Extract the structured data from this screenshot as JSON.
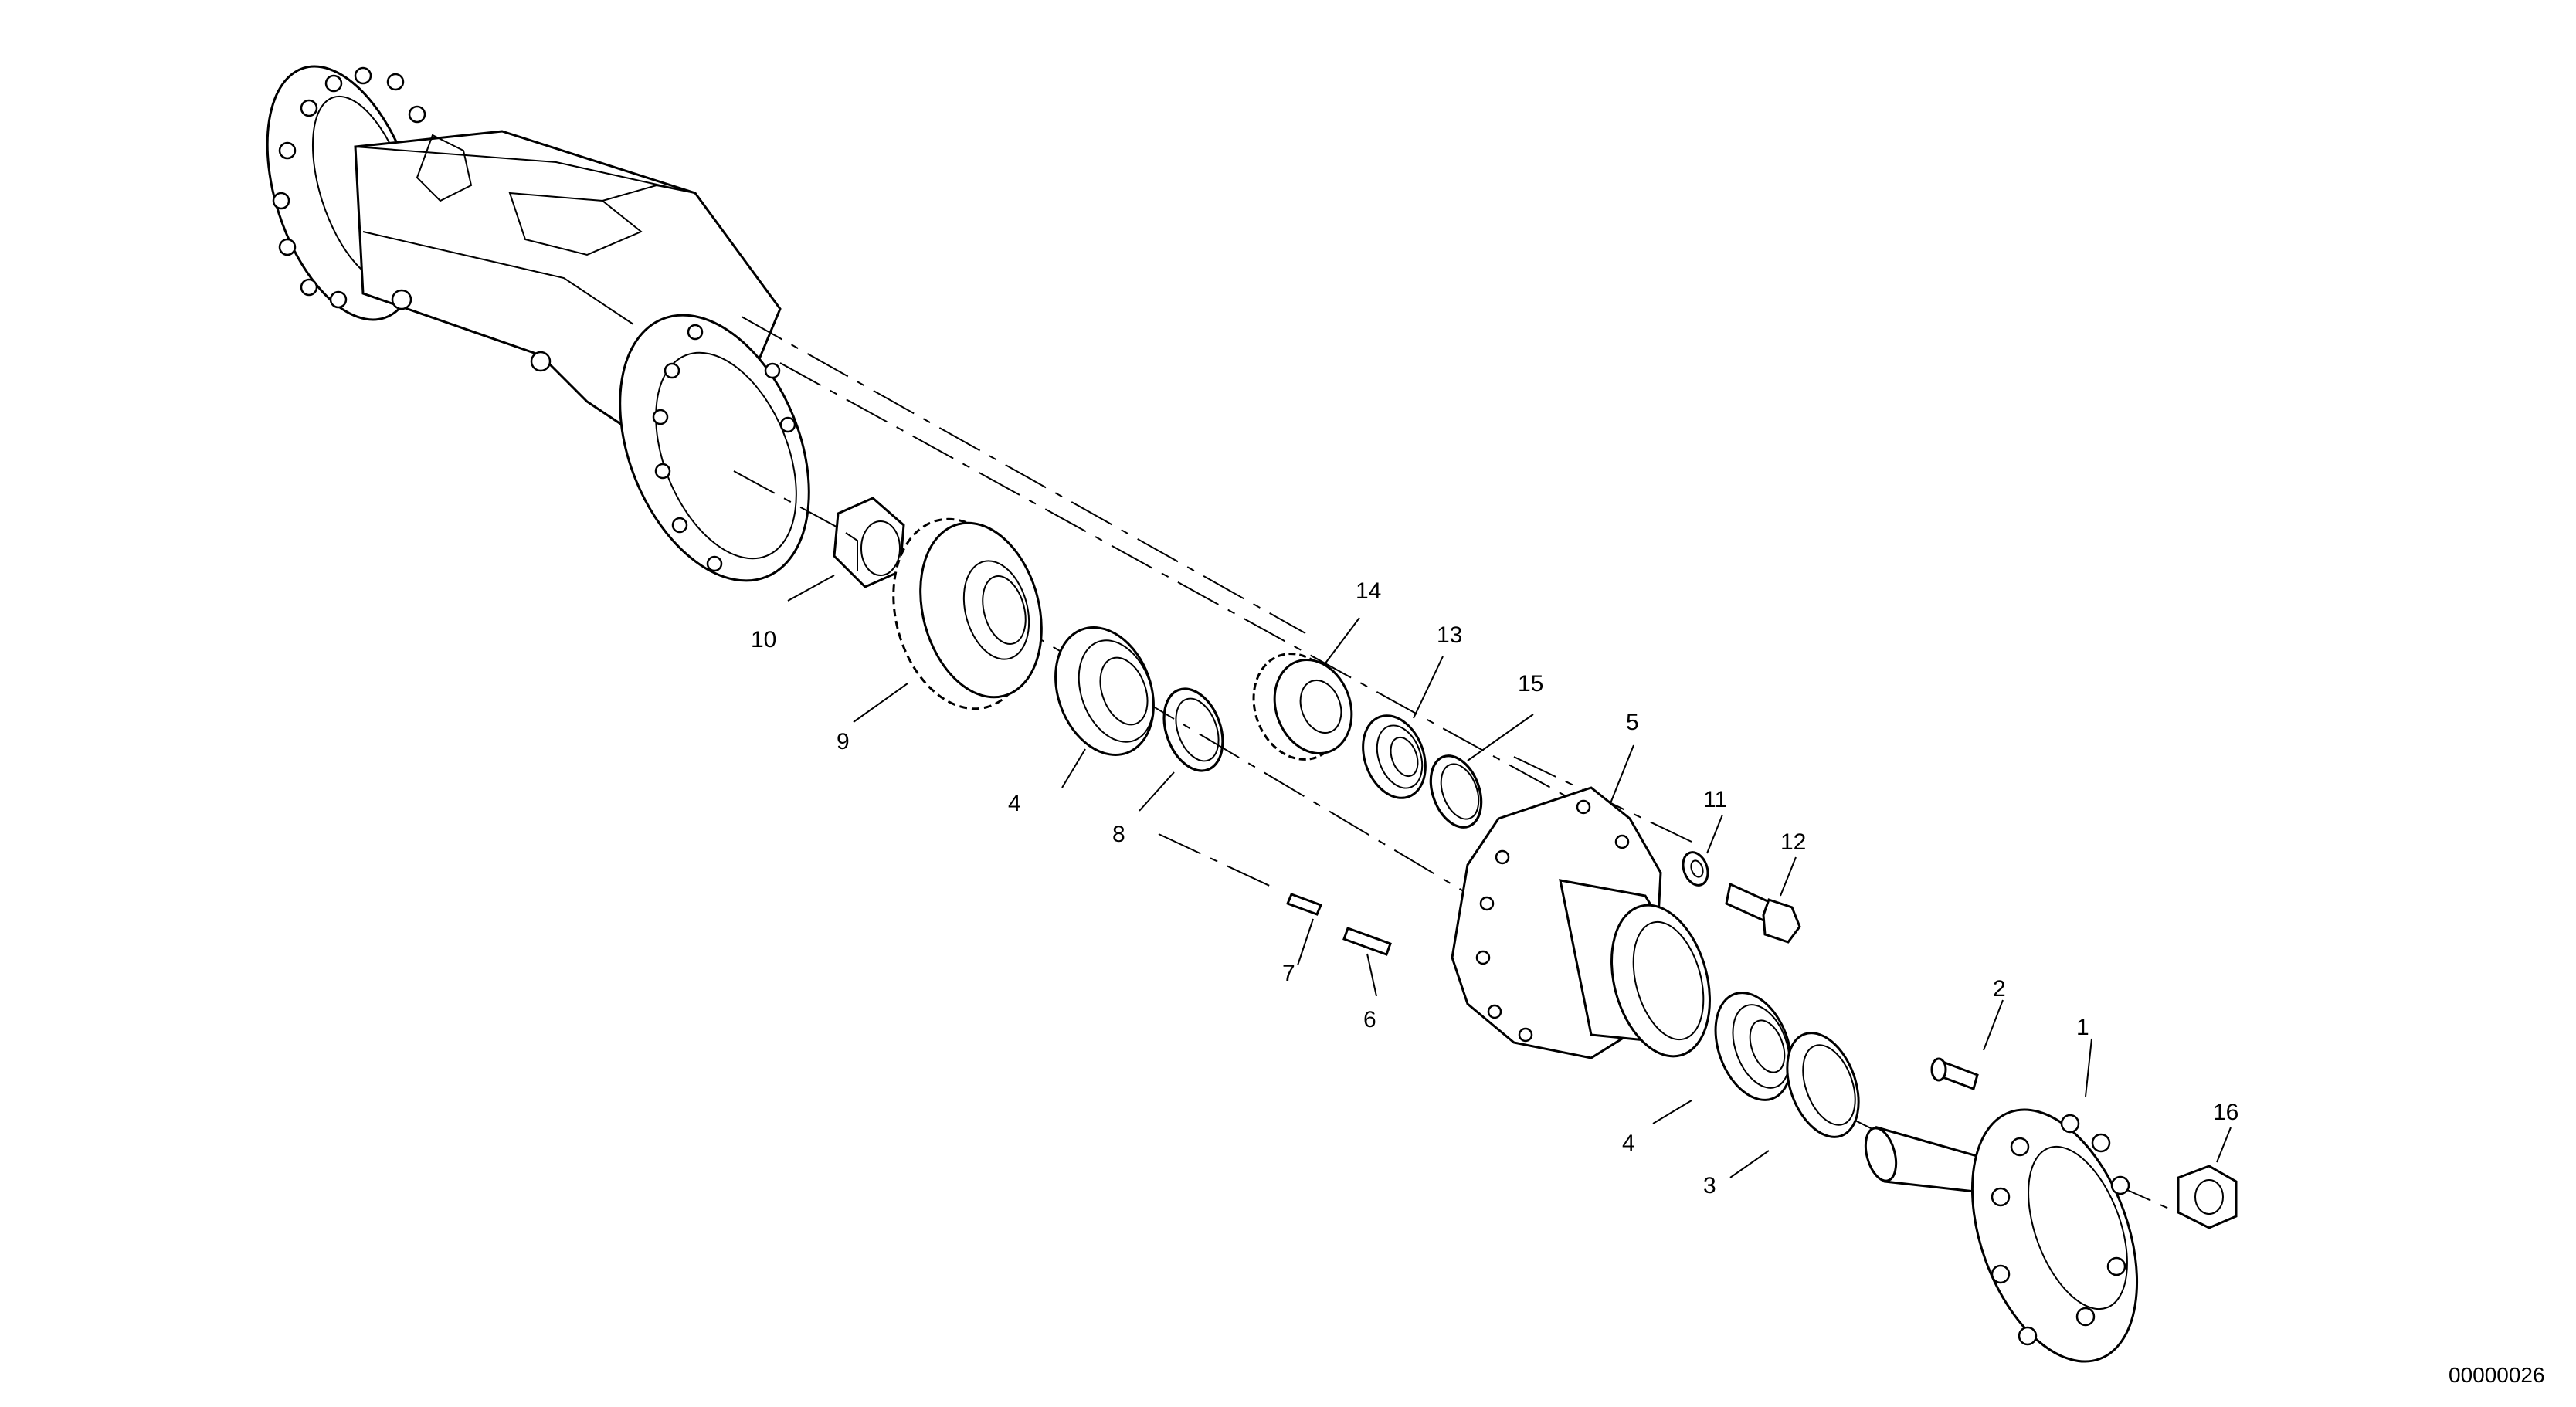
{
  "drawing": {
    "document_number": "00000026",
    "callouts": [
      "1",
      "2",
      "3",
      "4",
      "4",
      "5",
      "6",
      "7",
      "8",
      "9",
      "10",
      "11",
      "12",
      "13",
      "14",
      "15",
      "16"
    ]
  }
}
